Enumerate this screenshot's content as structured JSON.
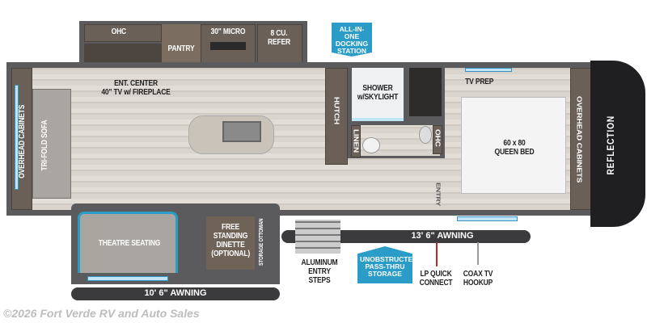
{
  "labels": {
    "ohc_kitchen": "OHC",
    "pantry": "PANTRY",
    "micro": "30\" MICRO",
    "refer": "8 CU. REFER",
    "ent_center_1": "ENT. CENTER",
    "ent_center_2": "40\" TV w/ FIREPLACE",
    "docking_station": "ALL-IN-ONE DOCKING STATION",
    "overhead_cabinets_rear": "OVERHEAD CABINETS",
    "tri_fold_sofa": "TRI-FOLD SOFA",
    "hutch": "HUTCH",
    "shower": "SHOWER w/SKYLIGHT",
    "linen": "LINEN",
    "ohc_bath": "OHC",
    "entry": "ENTRY",
    "tv_prep": "TV PREP",
    "bed": "60 x 80 QUEEN BED",
    "overhead_cabinets_front": "OVERHEAD CABINETS",
    "brand": "REFLECTION",
    "theatre_seating": "THEATRE SEATING",
    "dinette": "FREE STANDING DINETTE (OPTIONAL)",
    "storage_ottoman": "STORAGE OTTOMAN",
    "awning_rear": "10' 6\" AWNING",
    "awning_front": "13' 6\" AWNING",
    "entry_steps": "ALUMINUM ENTRY STEPS",
    "pass_thru": "UNOBSTRUCTED PASS-THRU STORAGE",
    "lp_quick": "LP QUICK CONNECT",
    "coax": "COAX TV HOOKUP"
  },
  "copyright": "©2026 Fort Verde RV and Auto Sales",
  "colors": {
    "accent_blue": "#2a9cc7",
    "wall": "#5b5b5e",
    "awning": "#3b3b3d"
  }
}
